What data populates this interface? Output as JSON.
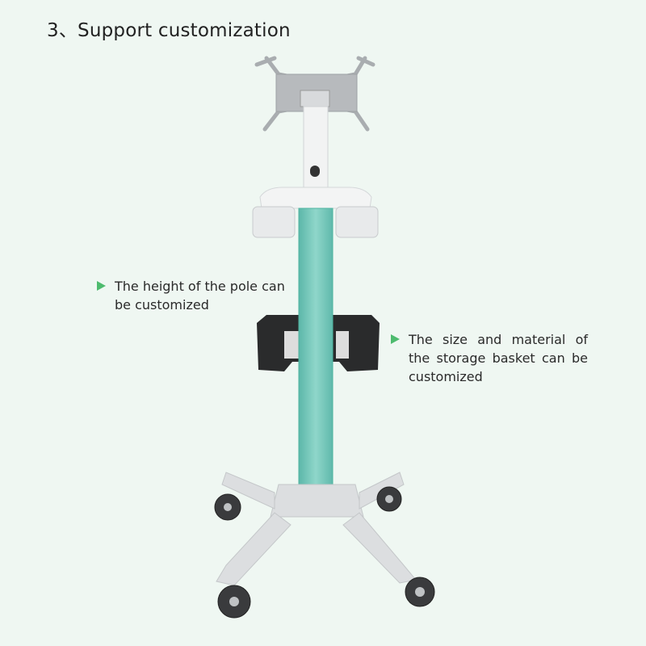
{
  "title": "3、Support customization",
  "notes": [
    {
      "text": "The height of the pole can be customized"
    },
    {
      "text": "The size and material of the storage basket can be customized"
    }
  ],
  "colors": {
    "background": "#eff7f2",
    "accent": "#4dbb6e",
    "pole": "#6fc4b6"
  }
}
